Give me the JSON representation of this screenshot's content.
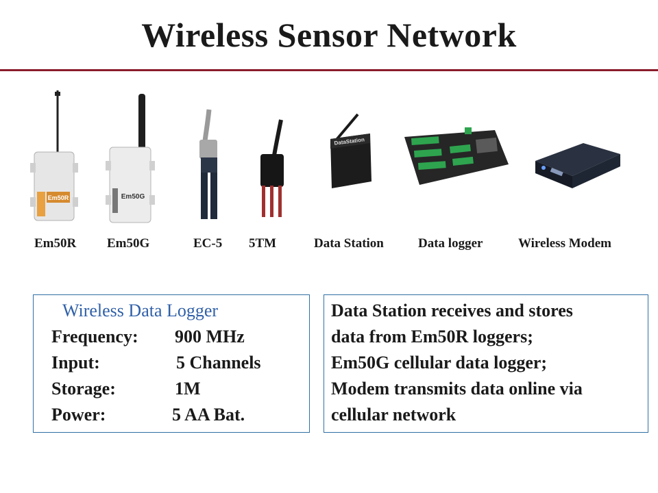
{
  "slide": {
    "title": "Wireless Sensor Network",
    "accent_color": "#8a1c2b",
    "box_border_color": "#2f6fa4",
    "heading_color": "#2f5fa8"
  },
  "devices": [
    {
      "label": "Em50R",
      "icon": "em50r-logger-icon",
      "badge_text": "Em50R"
    },
    {
      "label": "Em50G",
      "icon": "em50g-logger-icon",
      "badge_text": "Em50G"
    },
    {
      "label": "EC-5",
      "icon": "ec5-sensor-icon"
    },
    {
      "label": "5TM",
      "icon": "5tm-sensor-icon"
    },
    {
      "label": "Data Station",
      "icon": "data-station-icon",
      "badge_text": "DataStation"
    },
    {
      "label": "Data logger",
      "icon": "data-logger-icon"
    },
    {
      "label": "Wireless Modem",
      "icon": "wireless-modem-icon"
    }
  ],
  "specs_box": {
    "heading": "Wireless Data Logger",
    "rows": [
      {
        "label": "Frequency:",
        "value": "900 MHz"
      },
      {
        "label": "Input:",
        "value": "5 Channels"
      },
      {
        "label": "Storage:",
        "value": "1M"
      },
      {
        "label": "Power:",
        "value": "5 AA Bat."
      }
    ]
  },
  "description_box": {
    "lines": [
      "Data Station receives and stores",
      "data from Em50R loggers;",
      "Em50G cellular data logger;",
      "Modem transmits data online via",
      "cellular network"
    ]
  }
}
